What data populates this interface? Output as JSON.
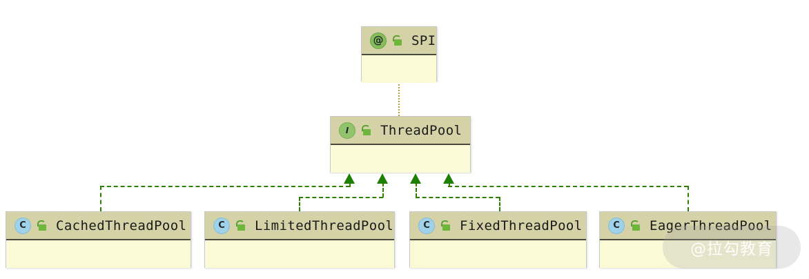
{
  "diagram": {
    "type": "uml-class-diagram",
    "title": "",
    "background_color": "#ffffff",
    "node_header_color": "#d4d2a6",
    "node_body_color": "#fafad7",
    "realization_line_color": "#2c8000",
    "dependency_line_color": "#b5a832"
  },
  "nodes": {
    "spi": {
      "name": "SPI",
      "stereotype": "annotation",
      "stereotype_glyph": "@",
      "visibility": "public",
      "visibility_icon": "open-lock-icon"
    },
    "thread_pool": {
      "name": "ThreadPool",
      "stereotype": "interface",
      "stereotype_glyph": "I",
      "visibility": "public",
      "visibility_icon": "open-lock-icon"
    },
    "implementations": [
      {
        "name": "CachedThreadPool",
        "stereotype": "class",
        "stereotype_glyph": "C",
        "visibility": "public",
        "visibility_icon": "open-lock-icon"
      },
      {
        "name": "LimitedThreadPool",
        "stereotype": "class",
        "stereotype_glyph": "C",
        "visibility": "public",
        "visibility_icon": "open-lock-icon"
      },
      {
        "name": "FixedThreadPool",
        "stereotype": "class",
        "stereotype_glyph": "C",
        "visibility": "public",
        "visibility_icon": "open-lock-icon"
      },
      {
        "name": "EagerThreadPool",
        "stereotype": "class",
        "stereotype_glyph": "C",
        "visibility": "public",
        "visibility_icon": "open-lock-icon"
      }
    ]
  },
  "relations": [
    {
      "from": "SPI",
      "to": "ThreadPool",
      "kind": "annotation-dependency",
      "style": "dotted"
    },
    {
      "from": "CachedThreadPool",
      "to": "ThreadPool",
      "kind": "realization",
      "style": "dashed-arrow"
    },
    {
      "from": "LimitedThreadPool",
      "to": "ThreadPool",
      "kind": "realization",
      "style": "dashed-arrow"
    },
    {
      "from": "FixedThreadPool",
      "to": "ThreadPool",
      "kind": "realization",
      "style": "dashed-arrow"
    },
    {
      "from": "EagerThreadPool",
      "to": "ThreadPool",
      "kind": "realization",
      "style": "dashed-arrow"
    }
  ],
  "watermark": {
    "text": "@拉勾教育"
  }
}
